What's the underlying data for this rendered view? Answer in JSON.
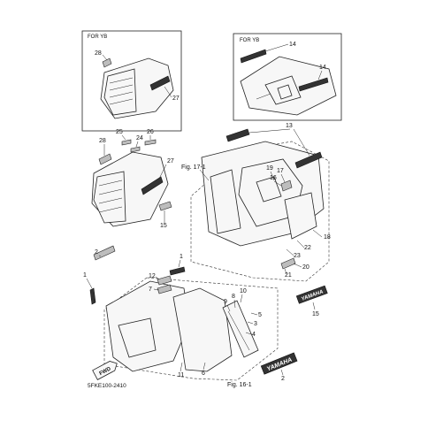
{
  "insets": {
    "left_title": "FOR YB",
    "right_title": "FOR YB"
  },
  "group_labels": {
    "rear_group": "Fig. 17-1",
    "front_group": "Fig. 16-1"
  },
  "drawing_code": "5FKE100-2410",
  "decal_text": {
    "front_emblem": "YAMAHA",
    "side_emblem": "YAMAHA"
  },
  "fwd_badge": "FWD",
  "callouts": {
    "c28a": "28",
    "c27a": "27",
    "c14a": "14",
    "c14b": "14",
    "c13": "13",
    "c25": "25",
    "c24": "24",
    "c26": "26",
    "c28b": "28",
    "c27b": "27",
    "c19": "19",
    "c17": "17",
    "c16": "16",
    "c15a": "15",
    "c18": "18",
    "c22": "22",
    "c23": "23",
    "c20": "20",
    "c21": "21",
    "c15b": "15",
    "c2a": "2",
    "c1a": "1",
    "c1b": "1",
    "c12": "12",
    "c7": "7",
    "c10": "10",
    "c8": "8",
    "c9": "9",
    "c5": "5",
    "c3": "3",
    "c4": "4",
    "c11": "11",
    "c6": "6",
    "c2b": "2"
  }
}
